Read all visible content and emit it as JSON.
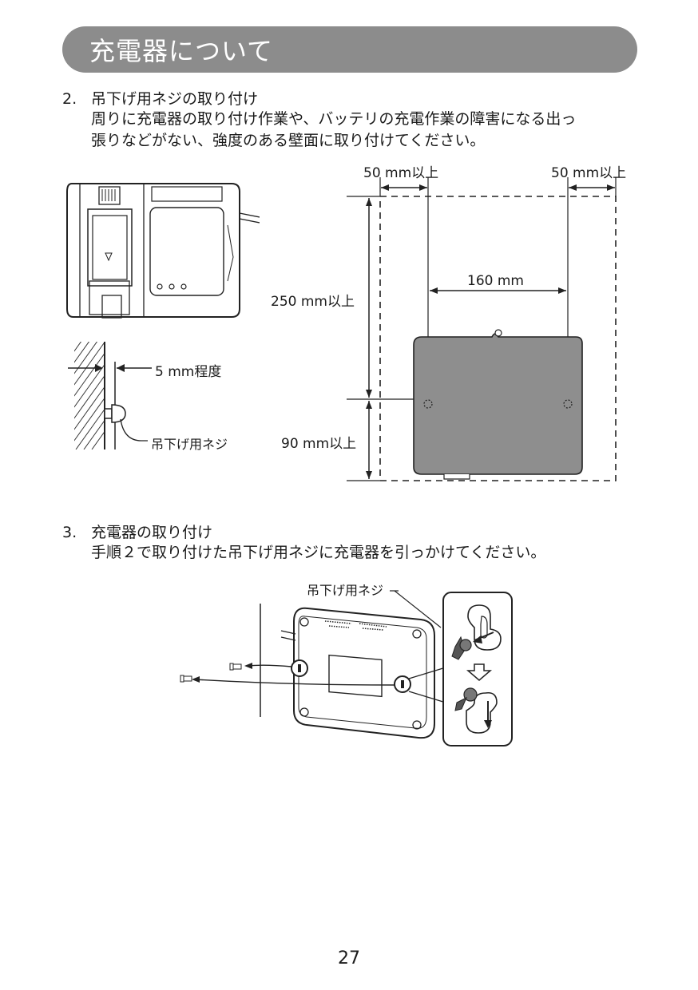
{
  "header": {
    "title": "充電器について"
  },
  "step2": {
    "number": "2.",
    "title": "吊下げ用ネジの取り付け",
    "body_line1": "周りに充電器の取り付け作業や、バッテリの充電作業の障害になる出っ",
    "body_line2": "張りなどがない、強度のある壁面に取り付けてください。"
  },
  "diagram1": {
    "label_left_clearance": "50 mm以上",
    "label_right_clearance": "50 mm以上",
    "label_hole_spacing": "160 mm",
    "label_top_clearance": "250 mm以上",
    "label_bottom_clearance": "90 mm以上",
    "label_gap": "5 mm程度",
    "label_screw": "吊下げ用ネジ"
  },
  "step3": {
    "number": "3.",
    "title": "充電器の取り付け",
    "body": "手順２で取り付けた吊下げ用ネジに充電器を引っかけてください。"
  },
  "diagram2": {
    "label_screw": "吊下げ用ネジ"
  },
  "page_number": "27"
}
